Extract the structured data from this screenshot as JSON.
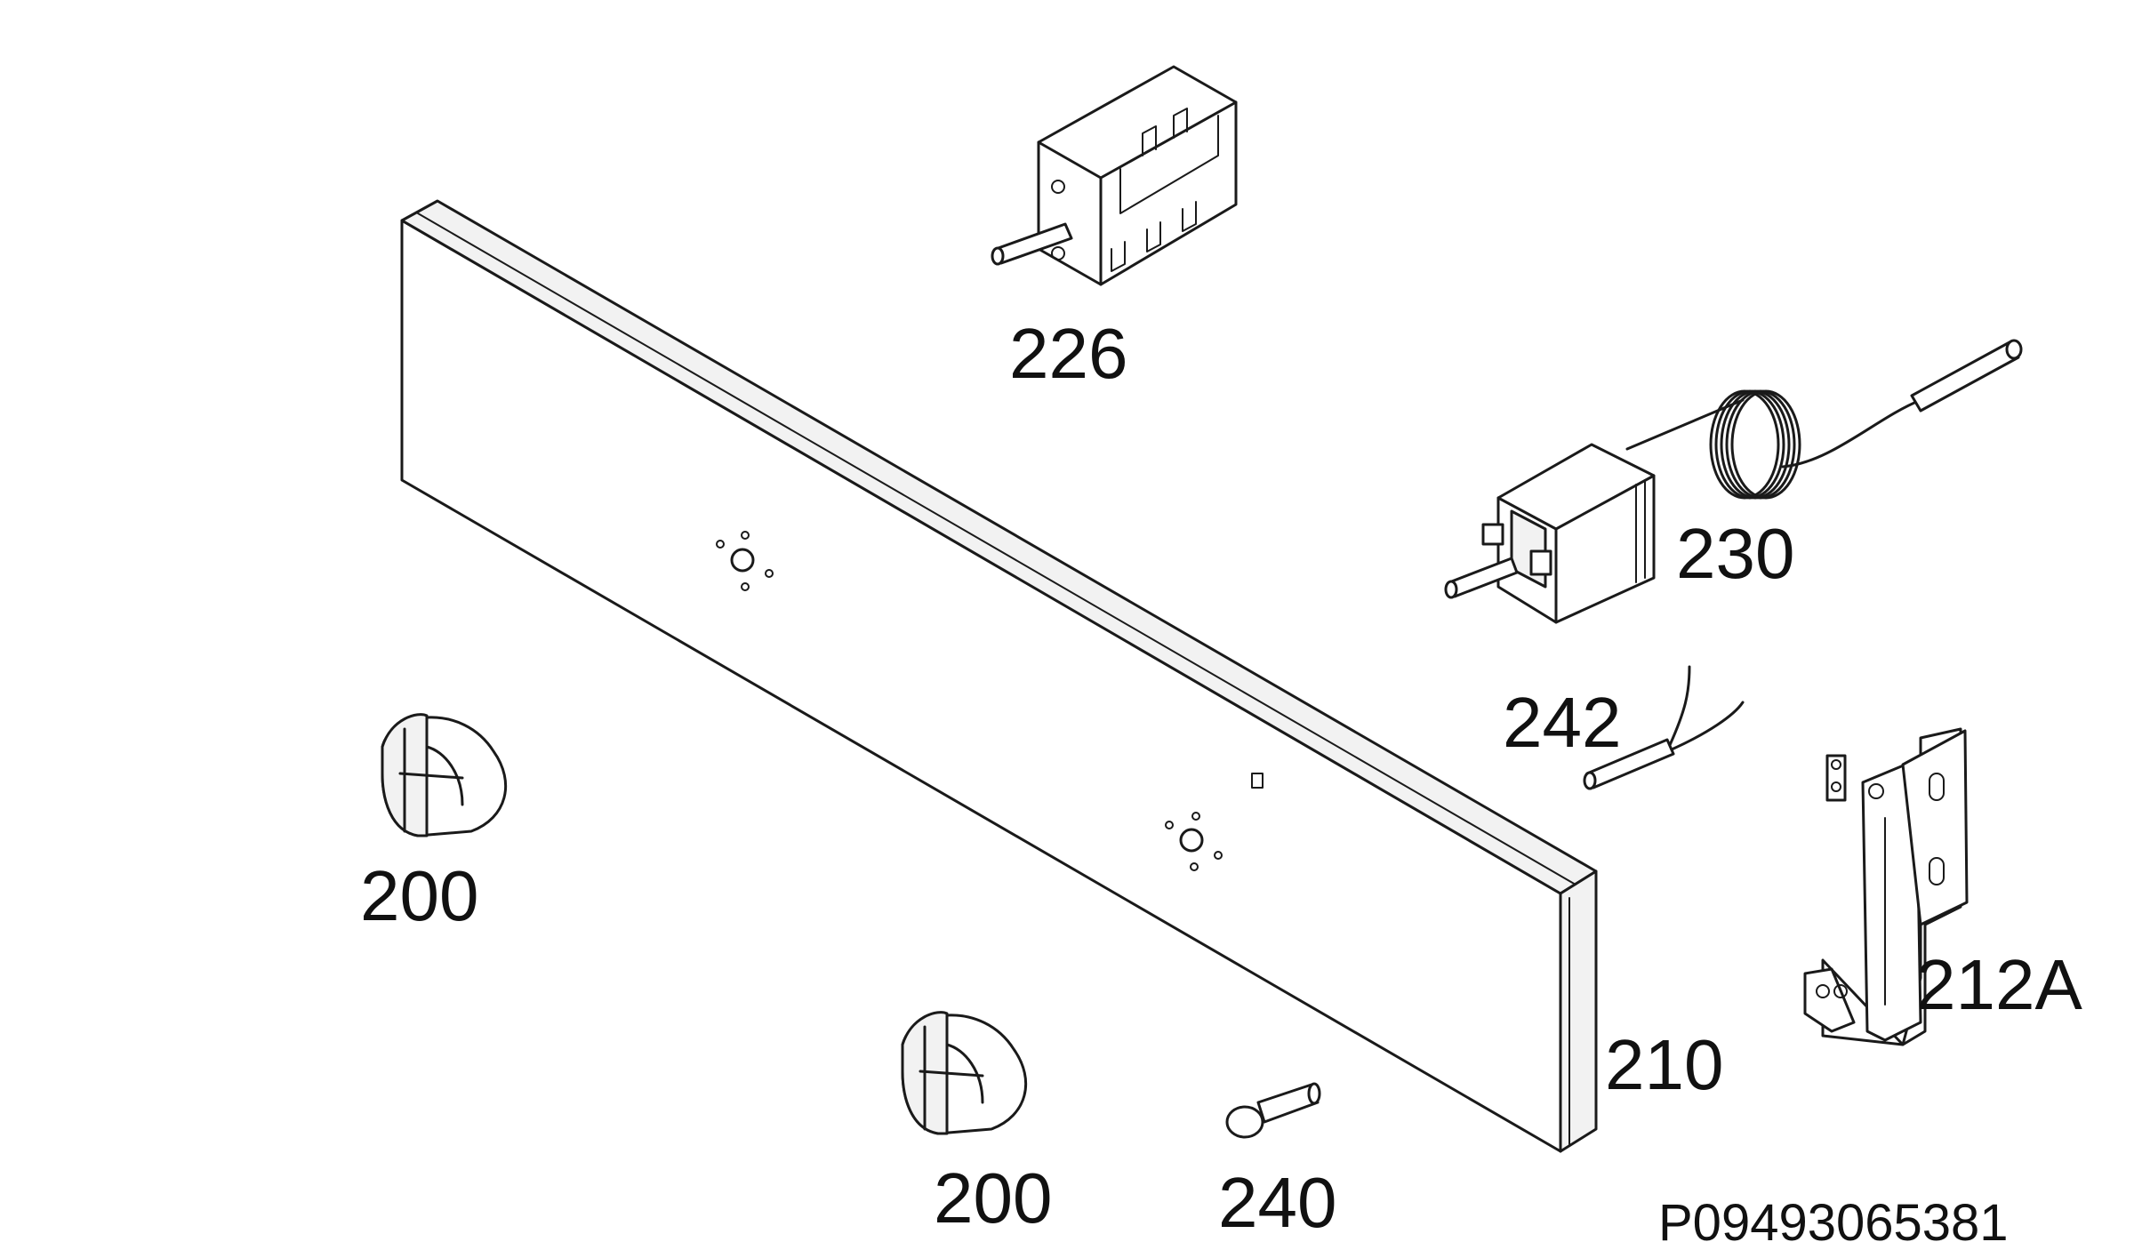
{
  "labels": {
    "switch": "226",
    "thermostat": "230",
    "sensor": "242",
    "knob_left": "200",
    "knob_bottom": "200",
    "panel": "210",
    "bracket": "212A",
    "indicator": "240"
  },
  "reference": "P09493065381"
}
